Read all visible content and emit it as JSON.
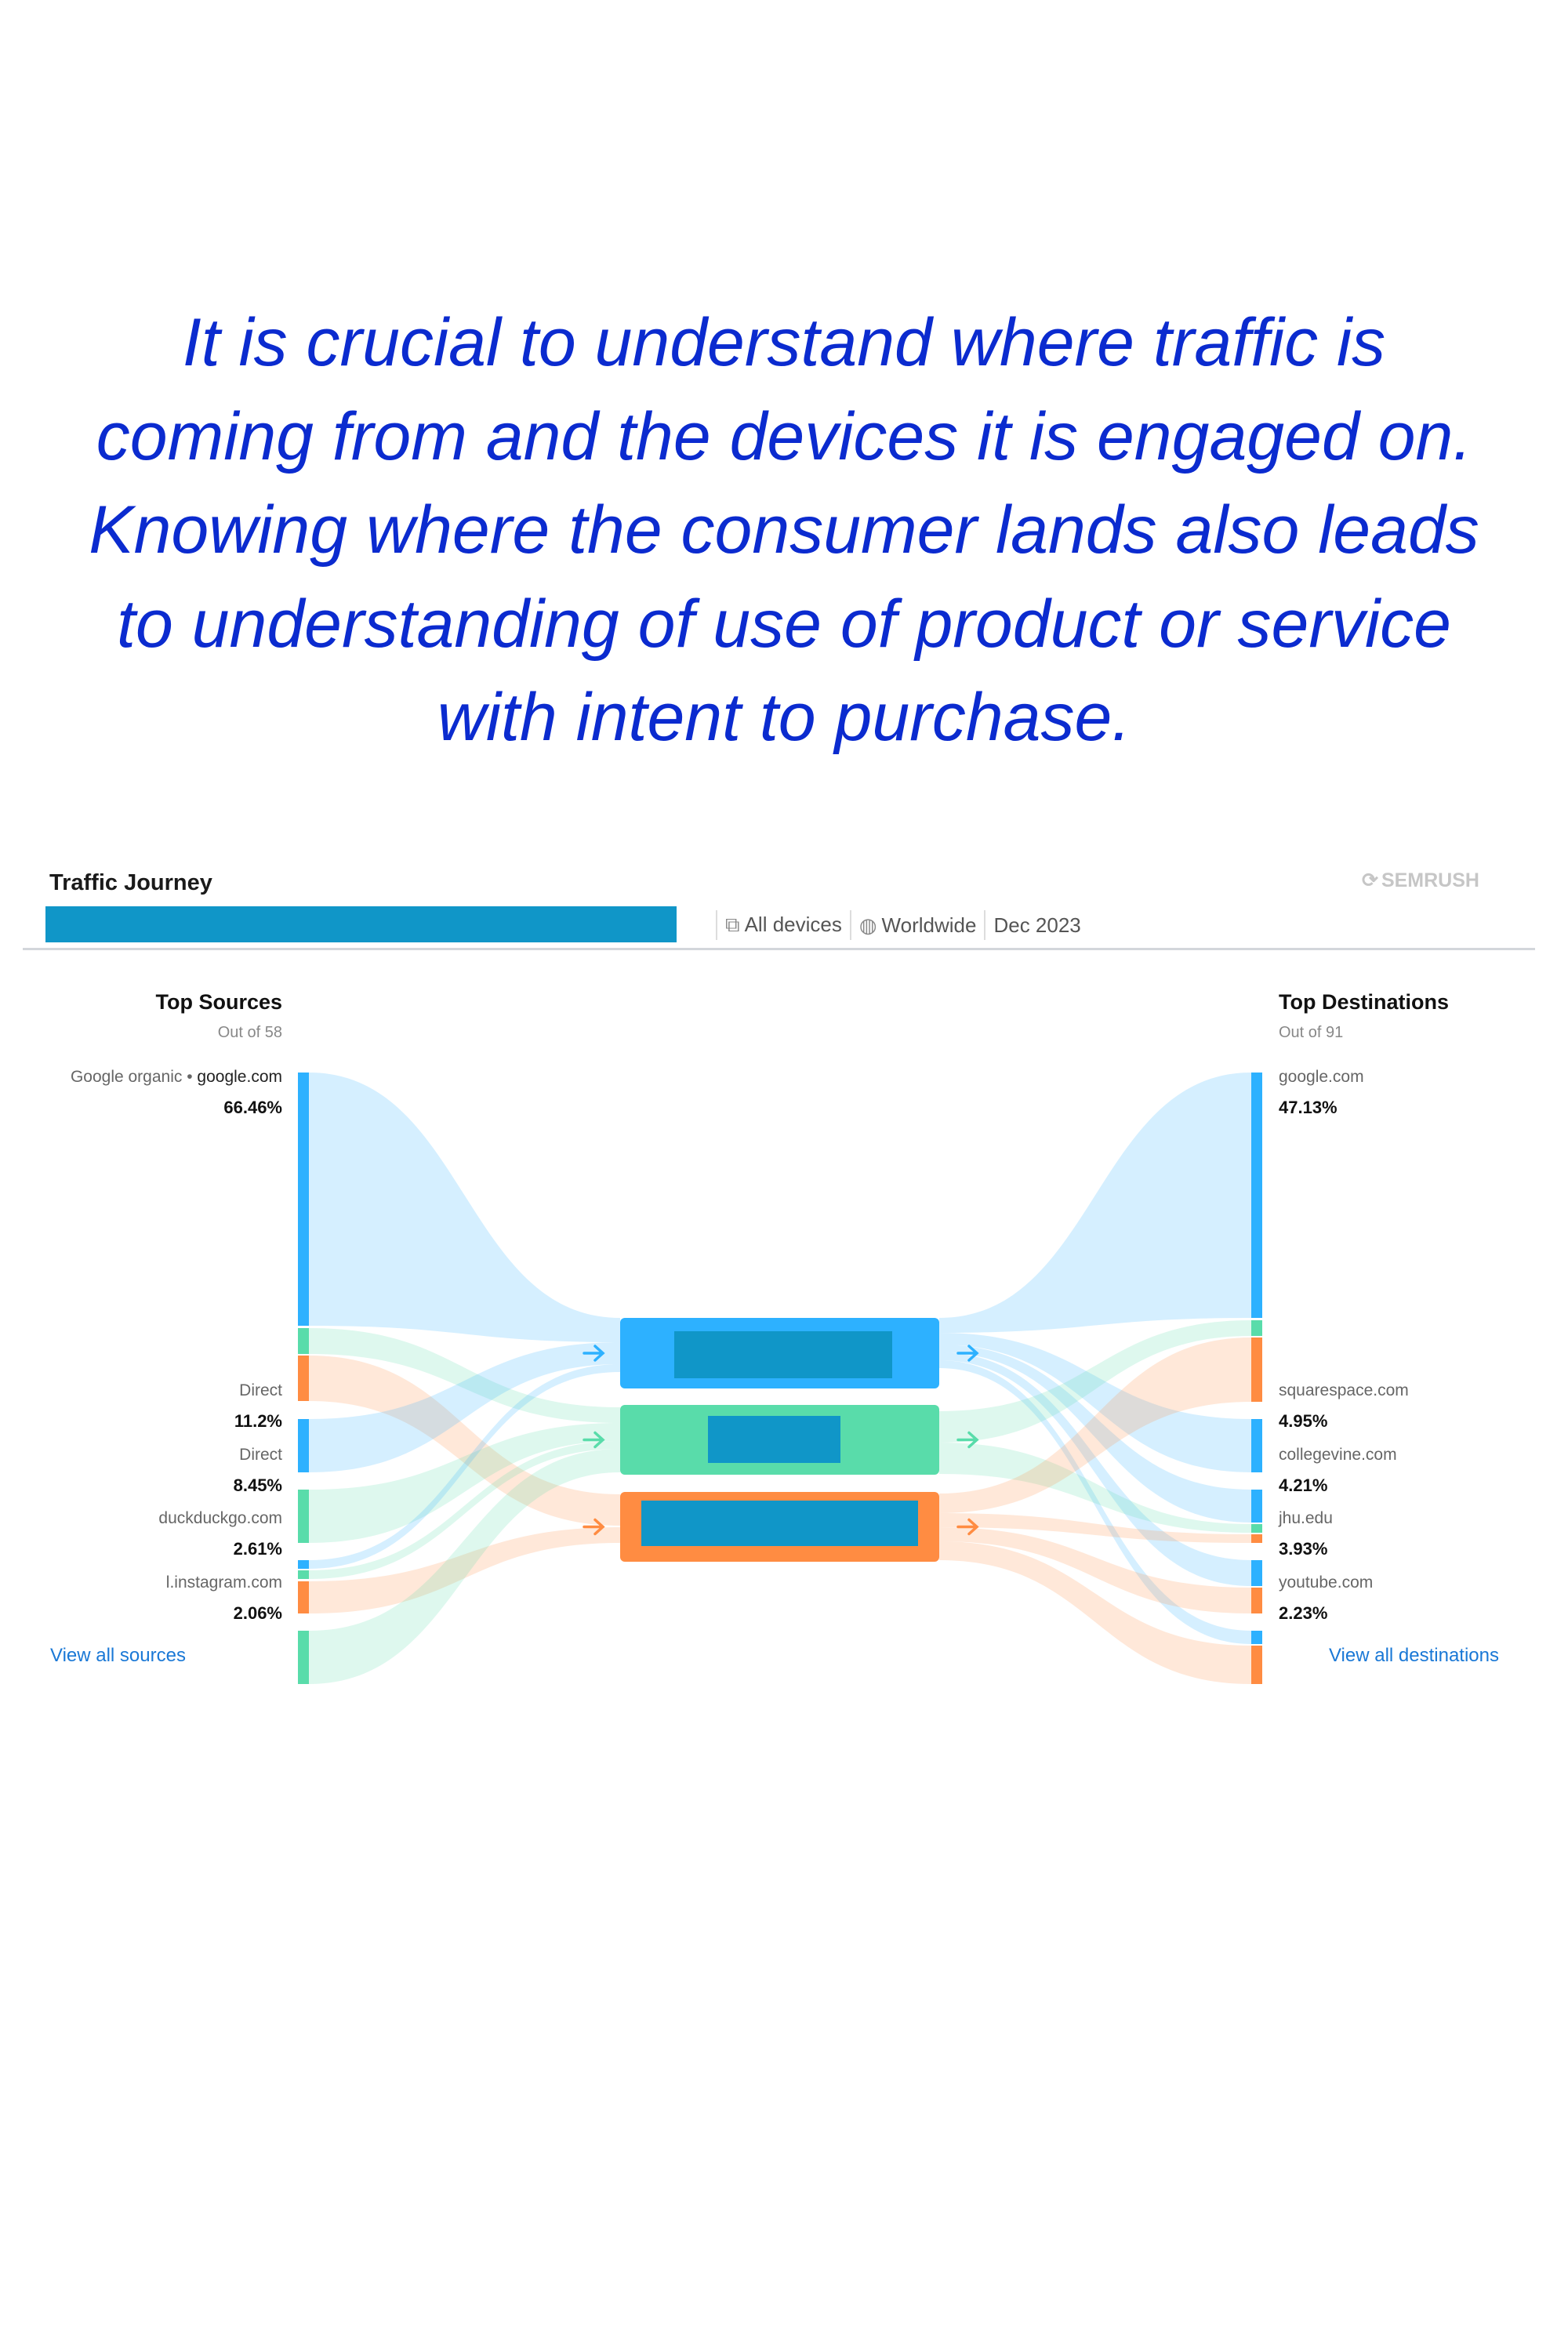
{
  "heading": {
    "lines": [
      "It is crucial to understand where traffic is",
      "coming from and the devices it is engaged on.",
      "Knowing where the consumer lands also leads",
      "to understanding of use of product or service",
      "with intent to purchase."
    ]
  },
  "widget": {
    "title": "Traffic Journey",
    "brand": "SEMRUSH",
    "filters": {
      "devices": "All devices",
      "region": "Worldwide",
      "date": "Dec 2023"
    },
    "icons": {
      "devices": "devices-icon",
      "region": "globe-icon",
      "brand": "semrush-logo-icon",
      "arrow": "arrow-right-icon"
    }
  },
  "chart_data": {
    "type": "sankey",
    "sources_title": "Top Sources",
    "sources_subtitle": "Out of 58",
    "destinations_title": "Top Destinations",
    "destinations_subtitle": "Out of 91",
    "sources": [
      {
        "type": "Google organic",
        "name": "google.com",
        "pct": "66.46%"
      },
      {
        "name": "Direct",
        "pct": "11.2%"
      },
      {
        "name": "Direct",
        "pct": "8.45%"
      },
      {
        "name": "duckduckgo.com",
        "pct": "2.61%"
      },
      {
        "name": "l.instagram.com",
        "pct": "2.06%"
      }
    ],
    "destinations": [
      {
        "name": "google.com",
        "pct": "47.13%"
      },
      {
        "name": "squarespace.com",
        "pct": "4.95%"
      },
      {
        "name": "collegevine.com",
        "pct": "4.21%"
      },
      {
        "name": "jhu.edu",
        "pct": "3.93%"
      },
      {
        "name": "youtube.com",
        "pct": "2.23%"
      }
    ],
    "device_colors": [
      "#2db1ff",
      "#59dcaa",
      "#ff8c42"
    ],
    "view_all_sources": "View all sources",
    "view_all_destinations": "View all destinations"
  },
  "colors": {
    "heading": "#0b2bcf",
    "redaction": "#1096c8",
    "link": "#1a78d6"
  }
}
